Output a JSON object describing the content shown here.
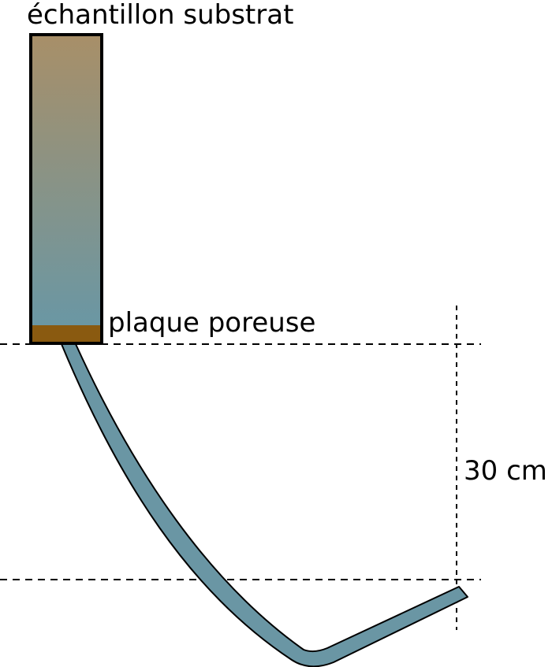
{
  "labels": {
    "sample": "échantillon substrat",
    "plate": "plaque poreuse",
    "height": "30 cm"
  },
  "colors": {
    "sample_top": "#a88f68",
    "sample_bottom": "#6a97a4",
    "porous_plate": "#8a5a10",
    "tube": "#6a96a4",
    "outline": "#000000",
    "guide_lines": "#000000"
  }
}
